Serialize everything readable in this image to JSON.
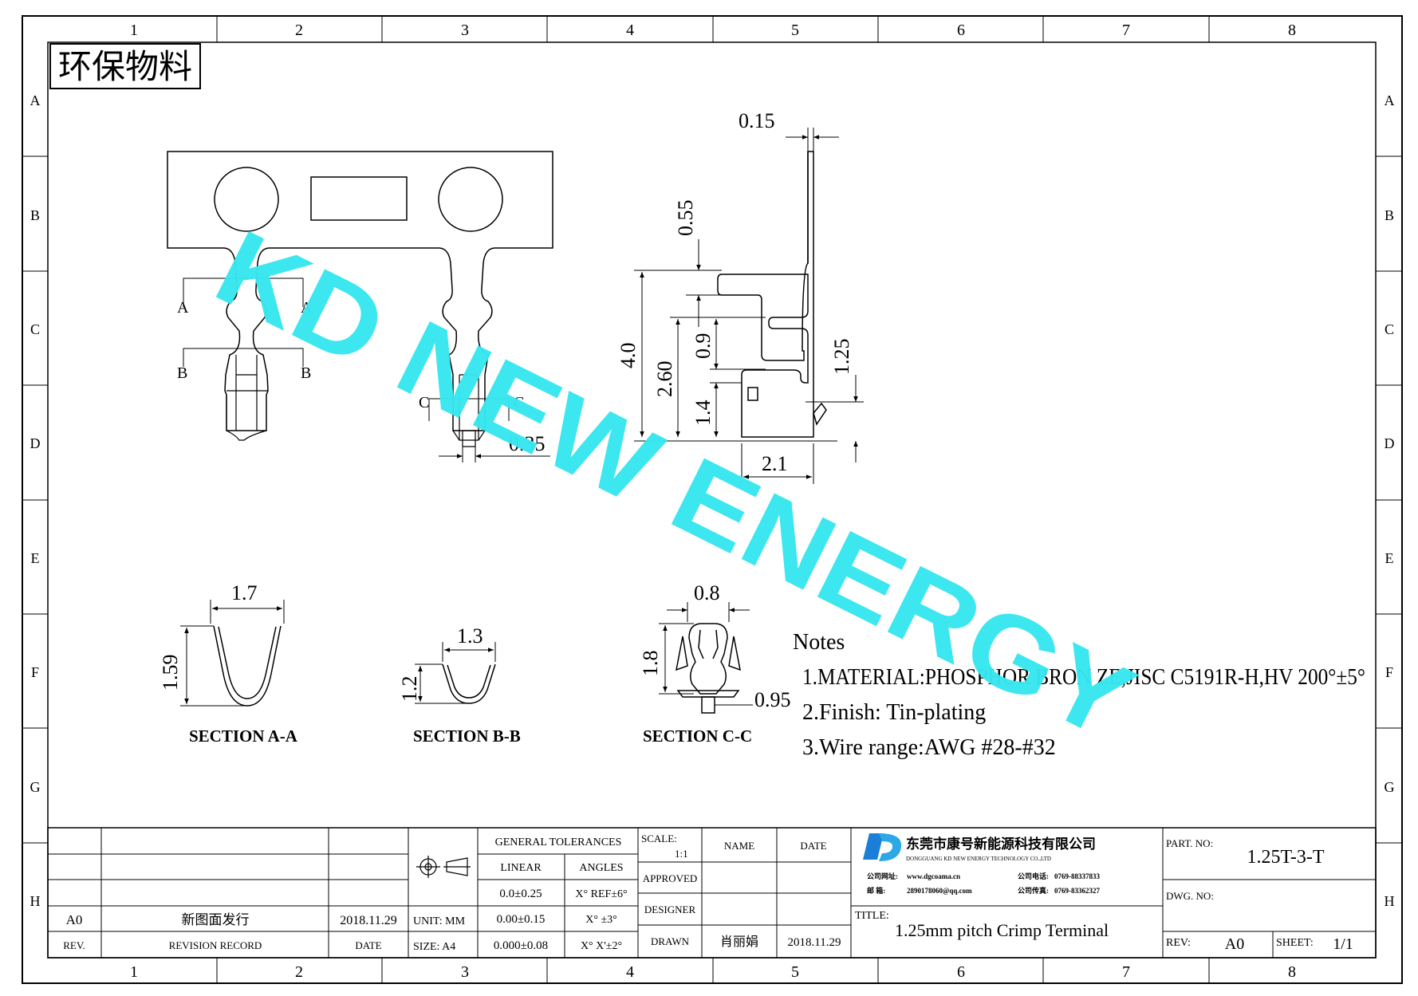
{
  "frame": {
    "columns": [
      "1",
      "2",
      "3",
      "4",
      "5",
      "6",
      "7",
      "8"
    ],
    "rows": [
      "A",
      "B",
      "C",
      "D",
      "E",
      "F",
      "G",
      "H"
    ]
  },
  "stamp": "环保物料",
  "watermark": "KD NEW ENERGY",
  "colors": {
    "watermark": "#37e6ee",
    "line": "#000000"
  },
  "top_view": {
    "section_marks": {
      "a": "A",
      "b": "B",
      "c": "C"
    },
    "dim_width": "0.35"
  },
  "side_view": {
    "dims": {
      "thickness": "0.15",
      "top": "0.55",
      "total": "4.0",
      "mid": "2.60",
      "slot": "0.9",
      "lower": "1.4",
      "lance": "1.25",
      "base": "2.1"
    }
  },
  "sections": [
    {
      "title": "SECTION A-A",
      "width": "1.7",
      "height": "1.59"
    },
    {
      "title": "SECTION B-B",
      "width": "1.3",
      "height": "1.2"
    },
    {
      "title": "SECTION C-C",
      "width": "0.8",
      "height": "1.8",
      "extra": "0.95"
    }
  ],
  "notes": {
    "title": "Notes",
    "items": [
      "1.MATERIAL:PHOSPHOR BRON ZE,JISC C5191R-H,HV 200°±5°",
      "2.Finish: Tin-plating",
      "3.Wire range:AWG #28-#32"
    ]
  },
  "title_block": {
    "revision": {
      "rev": "A0",
      "record": "新图面发行",
      "date": "2018.11.29",
      "header_rev": "REV.",
      "header_record": "REVISION RECORD",
      "header_date": "DATE"
    },
    "unit_label": "UNIT: MM",
    "size_label": "SIZE: A4",
    "tolerances": {
      "header": "GENERAL TOLERANCES",
      "linear_label": "LINEAR",
      "angles_label": "ANGLES",
      "linear": [
        "0.0±0.25",
        "0.00±0.15",
        "0.000±0.08"
      ],
      "angles": [
        "X° REF±6°",
        "X° ±3°",
        "X° X'±2°"
      ]
    },
    "scale_label": "SCALE:",
    "scale_value": "1:1",
    "name_label": "NAME",
    "date_label": "DATE",
    "approved_label": "APPROVED",
    "designer_label": "DESIGNER",
    "drawn_label": "DRAWN",
    "drawn_name": "肖丽娟",
    "drawn_date": "2018.11.29",
    "company": {
      "name_cn": "东莞市康号新能源科技有限公司",
      "name_en": "DONGGUANG KD NEW ENERGY TECHNOLOGY CO.,LTD",
      "website_label": "公司网址:",
      "website": "www.dgcoama.cn",
      "phone_label": "公司电话:",
      "phone": "0769-88337833",
      "email_label": "邮    箱:",
      "email": "2890178060@qq.com",
      "fax_label": "公司传真:",
      "fax": "0769-83362327"
    },
    "title_label": "TITLE:",
    "title": "1.25mm pitch Crimp Terminal",
    "part_no_label": "PART. NO:",
    "part_no": "1.25T-3-T",
    "dwg_no_label": "DWG. NO:",
    "rev_label": "REV:",
    "rev_value": "A0",
    "sheet_label": "SHEET:",
    "sheet_value": "1/1"
  }
}
